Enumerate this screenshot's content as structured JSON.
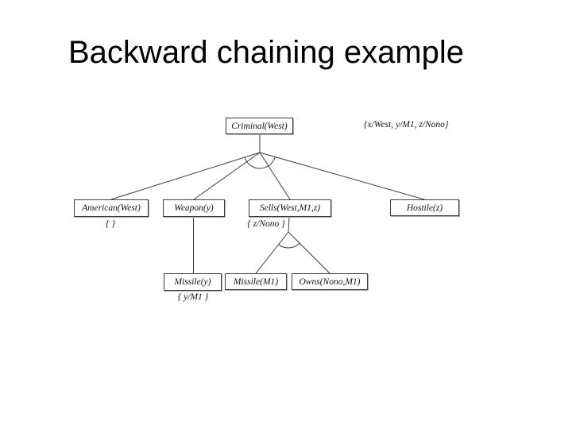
{
  "slide": {
    "title": "Backward chaining example",
    "background": "#ffffff"
  },
  "tree": {
    "type": "backward-chaining proof tree",
    "unifier": "{x/West, y/M1, z/Nono}",
    "nodes": [
      {
        "id": "criminal",
        "label": "Criminal(West)"
      },
      {
        "id": "american",
        "label": "American(West)",
        "substitution": "{ }"
      },
      {
        "id": "weapon",
        "label": "Weapon(y)"
      },
      {
        "id": "sells",
        "label": "Sells(West,M1,z)",
        "substitution": "{ z/Nono }"
      },
      {
        "id": "hostile",
        "label": "Hostile(z)"
      },
      {
        "id": "missile_y",
        "label": "Missile(y)",
        "substitution": "{ y/M1 }"
      },
      {
        "id": "missile_m1",
        "label": "Missile(M1)"
      },
      {
        "id": "owns",
        "label": "Owns(Nono,M1)"
      }
    ],
    "edges": [
      {
        "from": "Criminal(West)",
        "to": [
          "American(West)",
          "Weapon(y)",
          "Sells(West,M1,z)",
          "Hostile(z)"
        ],
        "connector": "AND-arc"
      },
      {
        "from": "Weapon(y)",
        "to": [
          "Missile(y)"
        ]
      },
      {
        "from": "Sells(West,M1,z)",
        "to": [
          "Missile(M1)",
          "Owns(Nono,M1)"
        ],
        "connector": "AND-arc"
      }
    ],
    "colors": {
      "line": "#3d3d3d",
      "box_border": "#3d3d3d",
      "text": "#141414"
    }
  }
}
